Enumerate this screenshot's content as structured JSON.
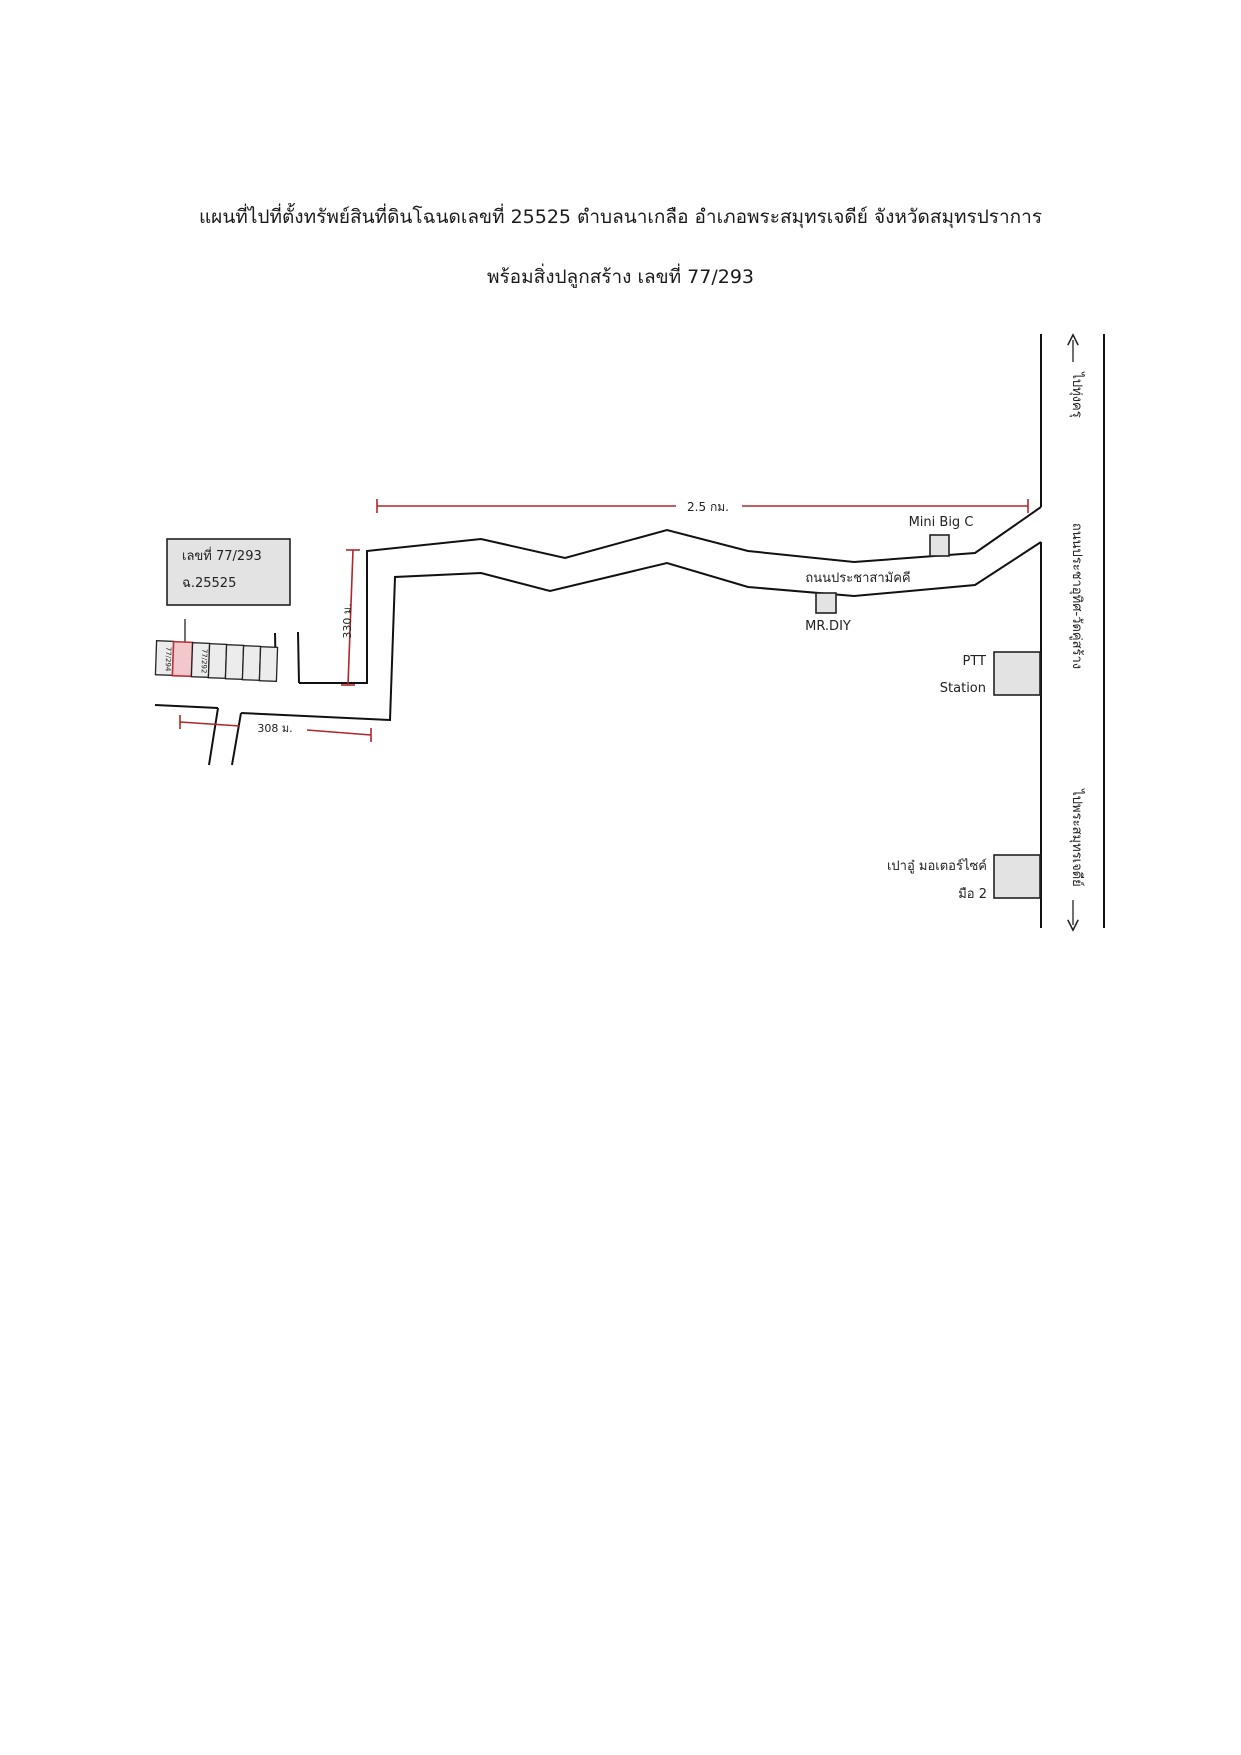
{
  "title_line1": "แผนที่ไปที่ตั้งทรัพย์สินที่ดินโฉนดเลขที่ 25525 ตำบลนาเกลือ  อำเภอพระสมุทรเจดีย์ จังหวัดสมุทรปราการ",
  "title_line2": "พร้อมสิ่งปลูกสร้าง เลขที่ 77/293",
  "property": {
    "house_no": "เลขที่ 77/293",
    "deed_no": "ฉ.25525",
    "unit_left": "77/294",
    "unit_target": "77/292"
  },
  "distances": {
    "main": "2.5 กม.",
    "vertical": "330 ม.",
    "bottom": "308 ม."
  },
  "roads": {
    "secondary": "ถนนประชาสามัคคี",
    "main": "ถนนประชาอุทิศ-วัดคู่สร้าง"
  },
  "directions": {
    "north": "ไปทุ่งครุ",
    "south": "ไปพระสมุทรเจดีย์"
  },
  "landmarks": {
    "mini_big_c": "Mini Big C",
    "mr_diy": "MR.DIY",
    "ptt_line1": "PTT",
    "ptt_line2": "Station",
    "shop_line1": "เปาอู๋ มอเตอร์ไซค์",
    "shop_line2": "มือ 2"
  },
  "colors": {
    "dimension": "#b0262b",
    "highlight": "#f2c8cc",
    "box": "#e3e3e3"
  }
}
